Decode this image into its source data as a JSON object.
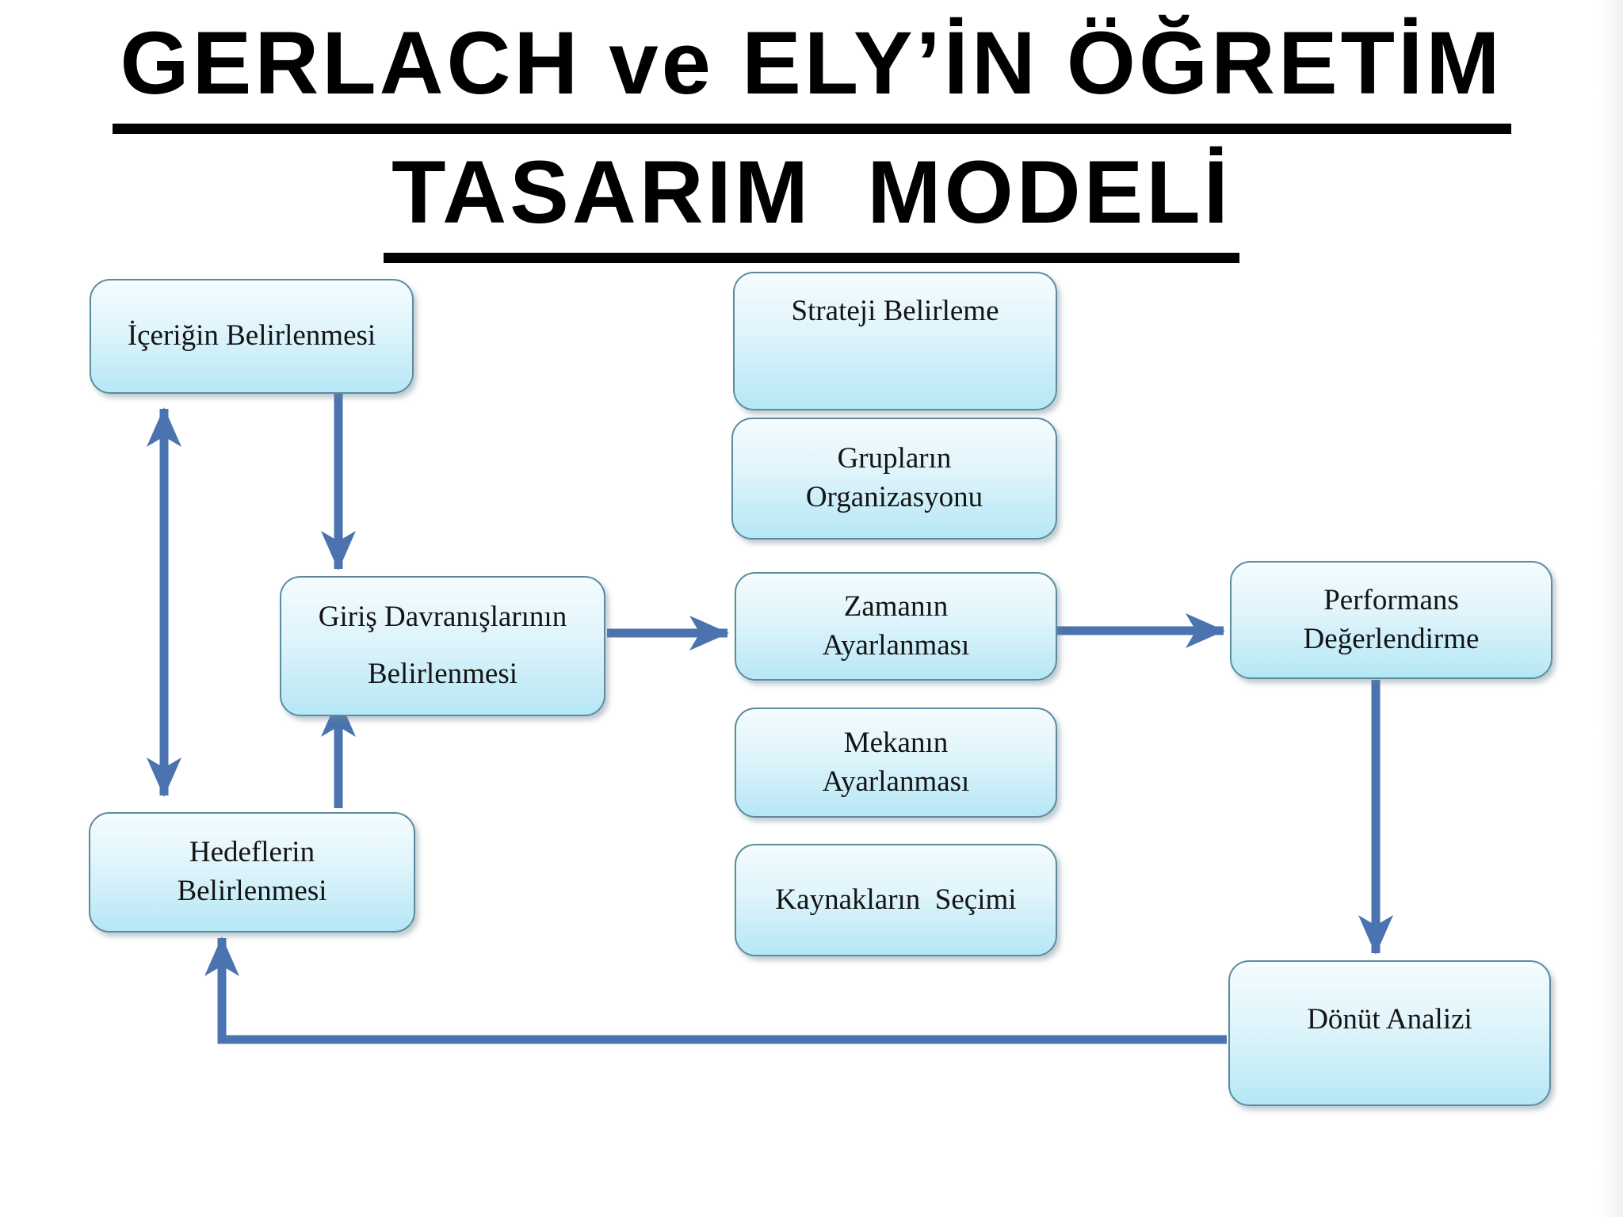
{
  "title": {
    "line1": "GERLACH ve ELY’İN ÖĞRETİM",
    "line2": "TASARIM  MODELİ"
  },
  "nodes": {
    "icerigin": {
      "lines": [
        "İçeriğin Belirlenmesi"
      ]
    },
    "strateji": {
      "lines": [
        "Strateji Belirleme"
      ]
    },
    "gruplar": {
      "lines": [
        "Grupların",
        "Organizasyonu"
      ]
    },
    "giris": {
      "lines": [
        "Giriş Davranışlarının",
        "Belirlenmesi"
      ]
    },
    "zaman": {
      "lines": [
        "Zamanın",
        "Ayarlanması"
      ]
    },
    "mekan": {
      "lines": [
        "Mekanın",
        "Ayarlanması"
      ]
    },
    "kaynak": {
      "lines": [
        "Kaynakların  Seçimi"
      ]
    },
    "performans": {
      "lines": [
        "Performans",
        "Değerlendirme"
      ]
    },
    "hedef": {
      "lines": [
        "Hedeflerin",
        "Belirlenmesi"
      ]
    },
    "donut": {
      "lines": [
        "Dönüt Analizi"
      ]
    }
  },
  "colors": {
    "arrow": "#4a73af",
    "box_border": "#5c8ba0",
    "box_fill_top": "#f4fcff",
    "box_fill_mid": "#dff4fb",
    "box_fill_bottom": "#b5e7f5",
    "text": "#141414",
    "title": "#000000"
  }
}
